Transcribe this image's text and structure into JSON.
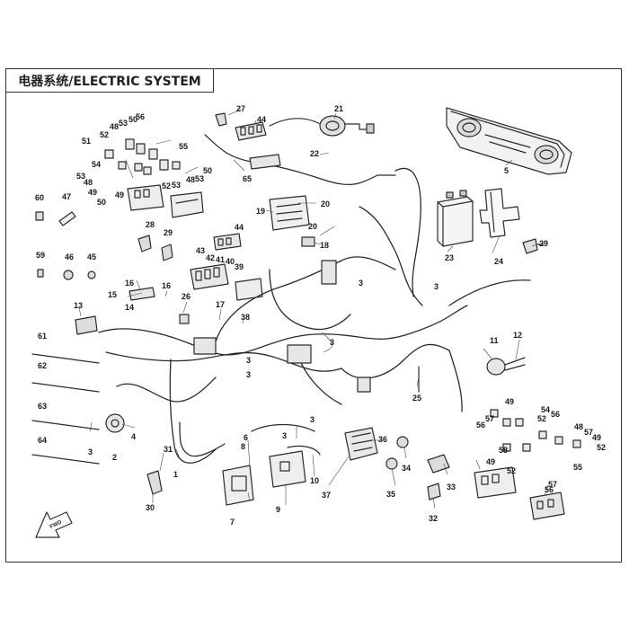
{
  "title": "电器系统/ELECTRIC SYSTEM",
  "direction_label": "FWD",
  "callouts": [
    "1",
    "2",
    "3",
    "4",
    "5",
    "6",
    "7",
    "8",
    "9",
    "10",
    "11",
    "12",
    "13",
    "14",
    "15",
    "16",
    "17",
    "18",
    "19",
    "20",
    "21",
    "22",
    "23",
    "24",
    "25",
    "26",
    "27",
    "28",
    "29",
    "30",
    "31",
    "32",
    "33",
    "34",
    "35",
    "36",
    "37",
    "38",
    "39",
    "40",
    "41",
    "42",
    "43",
    "44",
    "45",
    "46",
    "47",
    "48",
    "49",
    "50",
    "51",
    "52",
    "53",
    "54",
    "55",
    "56",
    "57",
    "58",
    "59",
    "60",
    "61",
    "62",
    "63",
    "64",
    "65"
  ]
}
